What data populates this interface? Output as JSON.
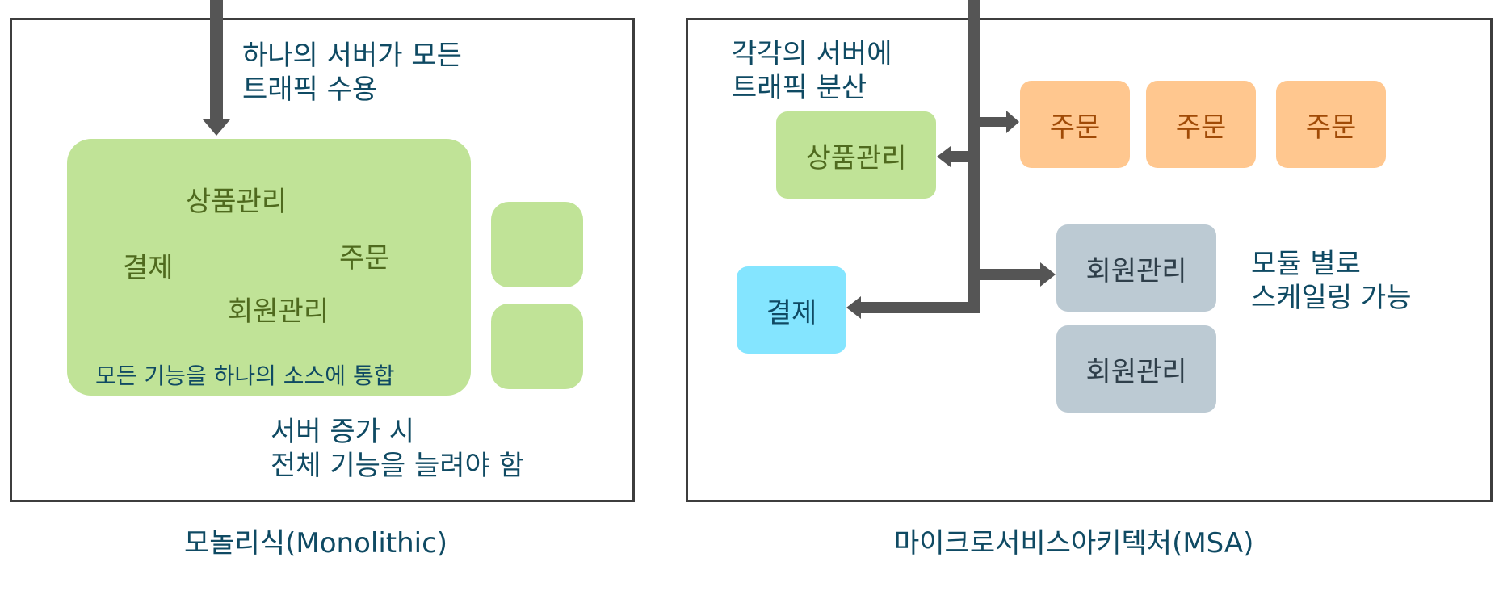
{
  "monolithic": {
    "traffic_note_line1": "하나의 서버가 모든",
    "traffic_note_line2": "트래픽 수용",
    "module_product": "상품관리",
    "module_payment": "결제",
    "module_order": "주문",
    "module_member": "회원관리",
    "integrated_note": "모든 기능을 하나의 소스에 통합",
    "scale_note_line1": "서버 증가 시",
    "scale_note_line2": "전체 기능을 늘려야 함",
    "caption": "모놀리식(Monolithic)"
  },
  "msa": {
    "traffic_note_line1": "각각의 서버에",
    "traffic_note_line2": "트래픽 분산",
    "module_product": "상품관리",
    "module_payment": "결제",
    "order_1": "주문",
    "order_2": "주문",
    "order_3": "주문",
    "member_1": "회원관리",
    "member_2": "회원관리",
    "scale_note_line1": "모듈 별로",
    "scale_note_line2": "스케일링 가능",
    "caption": "마이크로서비스아키텍처(MSA)"
  },
  "colors": {
    "green": "#c0e397",
    "orange": "#ffc78f",
    "gray": "#bccad3",
    "cyan": "#84e5ff",
    "navy_text": "#0f4a63",
    "arrow": "#555555"
  }
}
